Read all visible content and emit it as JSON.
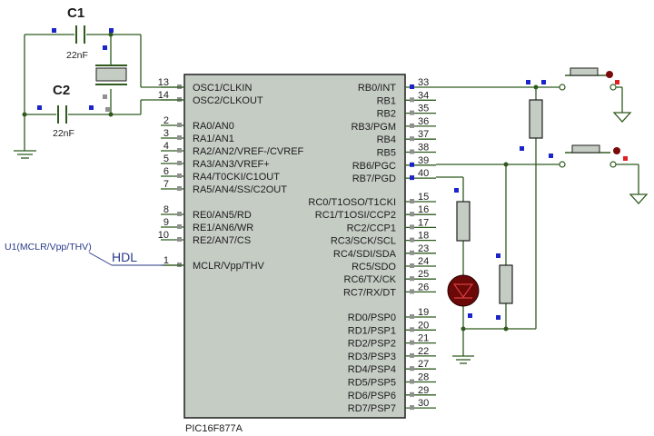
{
  "chip": {
    "name": "PIC16F877A",
    "left_pins": [
      {
        "num": "13",
        "label": "OSC1/CLKIN"
      },
      {
        "num": "14",
        "label": "OSC2/CLKOUT"
      },
      {
        "num": "2",
        "label": "RA0/AN0"
      },
      {
        "num": "3",
        "label": "RA1/AN1"
      },
      {
        "num": "4",
        "label": "RA2/AN2/VREF-/CVREF"
      },
      {
        "num": "5",
        "label": "RA3/AN3/VREF+"
      },
      {
        "num": "6",
        "label": "RA4/T0CKI/C1OUT"
      },
      {
        "num": "7",
        "label": "RA5/AN4/SS/C2OUT"
      },
      {
        "num": "8",
        "label": "RE0/AN5/RD"
      },
      {
        "num": "9",
        "label": "RE1/AN6/WR"
      },
      {
        "num": "10",
        "label": "RE2/AN7/CS"
      },
      {
        "num": "1",
        "label": "MCLR/Vpp/THV"
      }
    ],
    "right_pins": [
      {
        "num": "33",
        "label": "RB0/INT"
      },
      {
        "num": "34",
        "label": "RB1"
      },
      {
        "num": "35",
        "label": "RB2"
      },
      {
        "num": "36",
        "label": "RB3/PGM"
      },
      {
        "num": "37",
        "label": "RB4"
      },
      {
        "num": "38",
        "label": "RB5"
      },
      {
        "num": "39",
        "label": "RB6/PGC"
      },
      {
        "num": "40",
        "label": "RB7/PGD"
      },
      {
        "num": "15",
        "label": "RC0/T1OSO/T1CKI"
      },
      {
        "num": "16",
        "label": "RC1/T1OSI/CCP2"
      },
      {
        "num": "17",
        "label": "RC2/CCP1"
      },
      {
        "num": "18",
        "label": "RC3/SCK/SCL"
      },
      {
        "num": "23",
        "label": "RC4/SDI/SDA"
      },
      {
        "num": "24",
        "label": "RC5/SDO"
      },
      {
        "num": "25",
        "label": "RC6/TX/CK"
      },
      {
        "num": "26",
        "label": "RC7/RX/DT"
      },
      {
        "num": "19",
        "label": "RD0/PSP0"
      },
      {
        "num": "20",
        "label": "RD1/PSP1"
      },
      {
        "num": "21",
        "label": "RD2/PSP2"
      },
      {
        "num": "22",
        "label": "RD3/PSP3"
      },
      {
        "num": "27",
        "label": "RD4/PSP4"
      },
      {
        "num": "28",
        "label": "RD5/PSP5"
      },
      {
        "num": "29",
        "label": "RD6/PSP6"
      },
      {
        "num": "30",
        "label": "RD7/PSP7"
      }
    ]
  },
  "components": {
    "c1_name": "C1",
    "c1_value": "22nF",
    "c2_name": "C2",
    "c2_value": "22nF"
  },
  "labels": {
    "mclr_ref": "U1(MCLR/Vpp/THV)",
    "hdl": "HDL"
  },
  "colors": {
    "wire": "#2e5a1e",
    "chip_fill": "#c5ccc4",
    "chip_border": "#1e1e1e",
    "pin_marker": "#1a24c8",
    "pin_marker_gray": "#909090",
    "led": "#7a0a0a",
    "node_red": "#e02020",
    "resistor_fill": "#c5ccc4"
  }
}
